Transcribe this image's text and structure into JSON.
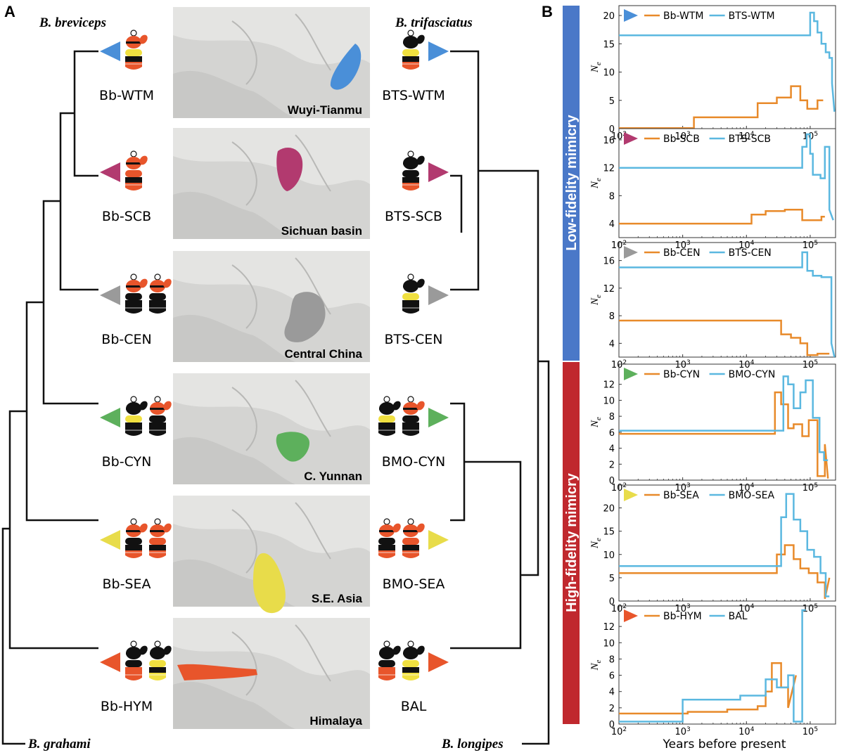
{
  "panel_a": {
    "letter": "A",
    "left_species": "B. breviceps",
    "right_species": "B. trifasciatus",
    "outgroup_left": "B. grahami",
    "outgroup_right": "B. longipes",
    "rows": [
      {
        "left": "Bb-WTM",
        "right": "BTS-WTM",
        "region": "Wuyi-Tianmu",
        "color": "#4a8fd8"
      },
      {
        "left": "Bb-SCB",
        "right": "BTS-SCB",
        "region": "Sichuan basin",
        "color": "#b23a6f"
      },
      {
        "left": "Bb-CEN",
        "right": "BTS-CEN",
        "region": "Central China",
        "color": "#9a9a9a"
      },
      {
        "left": "Bb-CYN",
        "right": "BMO-CYN",
        "region": "C. Yunnan",
        "color": "#5db05c"
      },
      {
        "left": "Bb-SEA",
        "right": "BMO-SEA",
        "region": "S.E. Asia",
        "color": "#e8dc4a"
      },
      {
        "left": "Bb-HYM",
        "right": "BAL",
        "region": "Himalaya",
        "color": "#e8552b"
      }
    ]
  },
  "panel_b": {
    "letter": "B",
    "band_top": "Low-fidelity mimicry",
    "band_bottom": "High-fidelity mimicry",
    "band_top_color": "#4a78c8",
    "band_bottom_color": "#c0282e",
    "xlabel": "Years before present",
    "ylabel": "Ne",
    "series_colors": {
      "bb": "#e88a2a",
      "other": "#5bb8e0"
    }
  },
  "chart_data": [
    {
      "type": "line",
      "xscale": "log",
      "xlim": [
        100,
        250000
      ],
      "ylim": [
        0,
        21
      ],
      "yticks": [
        0,
        5,
        10,
        15,
        20
      ],
      "marker_color": "#4a8fd8",
      "series": [
        {
          "name": "Bb-WTM",
          "x": [
            100,
            1500,
            1500,
            15000,
            15000,
            30000,
            30000,
            50000,
            50000,
            70000,
            70000,
            90000,
            90000,
            130000,
            130000,
            160000
          ],
          "y": [
            0.1,
            0.1,
            2,
            2,
            4.5,
            4.5,
            5.5,
            5.5,
            7.5,
            7.5,
            5,
            5,
            3.5,
            3.5,
            5,
            5
          ]
        },
        {
          "name": "BTS-WTM",
          "x": [
            100,
            100000,
            100000,
            115000,
            115000,
            130000,
            130000,
            150000,
            150000,
            175000,
            175000,
            200000,
            200000,
            220000,
            220000,
            240000
          ],
          "y": [
            16.5,
            16.5,
            20.5,
            20.5,
            19,
            19,
            17,
            17,
            15,
            15,
            13.5,
            13.5,
            12.5,
            12.5,
            8,
            3
          ]
        }
      ]
    },
    {
      "type": "line",
      "xscale": "log",
      "xlim": [
        100,
        250000
      ],
      "ylim": [
        2,
        17
      ],
      "yticks": [
        4,
        8,
        12,
        16
      ],
      "marker_color": "#b23a6f",
      "series": [
        {
          "name": "Bb-SCB",
          "x": [
            100,
            12000,
            12000,
            20000,
            20000,
            40000,
            40000,
            75000,
            75000,
            90000,
            90000,
            150000,
            150000,
            170000
          ],
          "y": [
            4,
            4,
            5.3,
            5.3,
            5.8,
            5.8,
            6,
            6,
            4.5,
            4.5,
            4.5,
            4.5,
            5,
            5
          ]
        },
        {
          "name": "BTS-SCB",
          "x": [
            100,
            75000,
            75000,
            88000,
            88000,
            100000,
            100000,
            110000,
            110000,
            145000,
            145000,
            170000,
            170000,
            200000,
            200000,
            230000
          ],
          "y": [
            12,
            12,
            15,
            15,
            16.8,
            16.8,
            14,
            14,
            11,
            11,
            10.5,
            10.5,
            15,
            15,
            6,
            4.5
          ]
        }
      ]
    },
    {
      "type": "line",
      "xscale": "log",
      "xlim": [
        100,
        250000
      ],
      "ylim": [
        2,
        18
      ],
      "yticks": [
        4,
        8,
        12,
        16
      ],
      "marker_color": "#9a9a9a",
      "series": [
        {
          "name": "Bb-CEN",
          "x": [
            100,
            35000,
            35000,
            50000,
            50000,
            70000,
            70000,
            90000,
            90000,
            130000,
            130000,
            200000
          ],
          "y": [
            7.3,
            7.3,
            5.3,
            5.3,
            4.8,
            4.8,
            4,
            4,
            2.3,
            2.3,
            2.5,
            2.5
          ]
        },
        {
          "name": "BTS-CEN",
          "x": [
            100,
            75000,
            75000,
            90000,
            90000,
            110000,
            110000,
            150000,
            150000,
            215000,
            215000,
            240000
          ],
          "y": [
            15,
            15,
            17.2,
            17.2,
            14.5,
            14.5,
            13.8,
            13.8,
            13.6,
            13.6,
            4,
            2
          ]
        }
      ]
    },
    {
      "type": "line",
      "xscale": "log",
      "xlim": [
        100,
        250000
      ],
      "ylim": [
        0,
        14
      ],
      "yticks": [
        0,
        2,
        4,
        6,
        8,
        10,
        12
      ],
      "marker_color": "#5db05c",
      "series": [
        {
          "name": "Bb-CYN",
          "x": [
            100,
            28000,
            28000,
            35000,
            35000,
            45000,
            45000,
            55000,
            55000,
            75000,
            75000,
            95000,
            95000,
            130000,
            130000,
            170000,
            170000,
            190000
          ],
          "y": [
            5.8,
            5.8,
            11,
            11,
            9.5,
            9.5,
            6.5,
            6.5,
            7,
            7,
            5.5,
            5.5,
            7.5,
            7.5,
            0.5,
            0.5,
            4.5,
            0.2
          ]
        },
        {
          "name": "BMO-CYN",
          "x": [
            100,
            38000,
            38000,
            45000,
            45000,
            55000,
            55000,
            70000,
            70000,
            85000,
            85000,
            110000,
            110000,
            140000,
            140000,
            165000,
            165000,
            190000
          ],
          "y": [
            6.2,
            6.2,
            13,
            13,
            12,
            12,
            9,
            9,
            11,
            11,
            12.5,
            12.5,
            7.8,
            7.8,
            3.5,
            3.5,
            2.5,
            2.5
          ]
        }
      ]
    },
    {
      "type": "line",
      "xscale": "log",
      "xlim": [
        100,
        250000
      ],
      "ylim": [
        0,
        24
      ],
      "yticks": [
        0,
        5,
        10,
        15,
        20
      ],
      "marker_color": "#e8dc4a",
      "series": [
        {
          "name": "Bb-SEA",
          "x": [
            100,
            30000,
            30000,
            40000,
            40000,
            55000,
            55000,
            70000,
            70000,
            95000,
            95000,
            130000,
            130000,
            170000,
            170000,
            200000
          ],
          "y": [
            6,
            6,
            10,
            10,
            12,
            12,
            9,
            9,
            7,
            7,
            6,
            6,
            4,
            4,
            0.5,
            5
          ]
        },
        {
          "name": "BMO-SEA",
          "x": [
            100,
            35000,
            35000,
            42000,
            42000,
            55000,
            55000,
            70000,
            70000,
            90000,
            90000,
            115000,
            115000,
            145000,
            145000,
            175000,
            175000,
            200000
          ],
          "y": [
            7.5,
            7.5,
            18,
            18,
            23,
            23,
            17.5,
            17.5,
            15,
            15,
            11,
            11,
            9.5,
            9.5,
            6,
            6,
            1,
            1
          ]
        }
      ]
    },
    {
      "type": "line",
      "xscale": "log",
      "xlim": [
        100,
        250000
      ],
      "ylim": [
        0,
        14
      ],
      "yticks": [
        0,
        2,
        4,
        6,
        8,
        10,
        12
      ],
      "marker_color": "#e8552b",
      "series": [
        {
          "name": "Bb-HYM",
          "x": [
            100,
            1200,
            1200,
            5000,
            5000,
            15000,
            15000,
            20000,
            20000,
            25000,
            25000,
            35000,
            35000,
            45000,
            45000,
            60000
          ],
          "y": [
            1.3,
            1.3,
            1.5,
            1.5,
            1.8,
            1.8,
            2.2,
            2.2,
            4,
            4,
            7.5,
            7.5,
            4.5,
            4.5,
            2,
            6
          ]
        },
        {
          "name": "BAL",
          "x": [
            100,
            400,
            400,
            1000,
            1000,
            8000,
            8000,
            20000,
            20000,
            30000,
            30000,
            45000,
            45000,
            55000,
            55000,
            75000,
            75000,
            85000
          ],
          "y": [
            0.3,
            0.3,
            0.3,
            0.3,
            3,
            3,
            3.5,
            3.5,
            5.5,
            5.5,
            4.5,
            4.5,
            6,
            6,
            0.3,
            0.3,
            14,
            14
          ]
        }
      ]
    }
  ]
}
